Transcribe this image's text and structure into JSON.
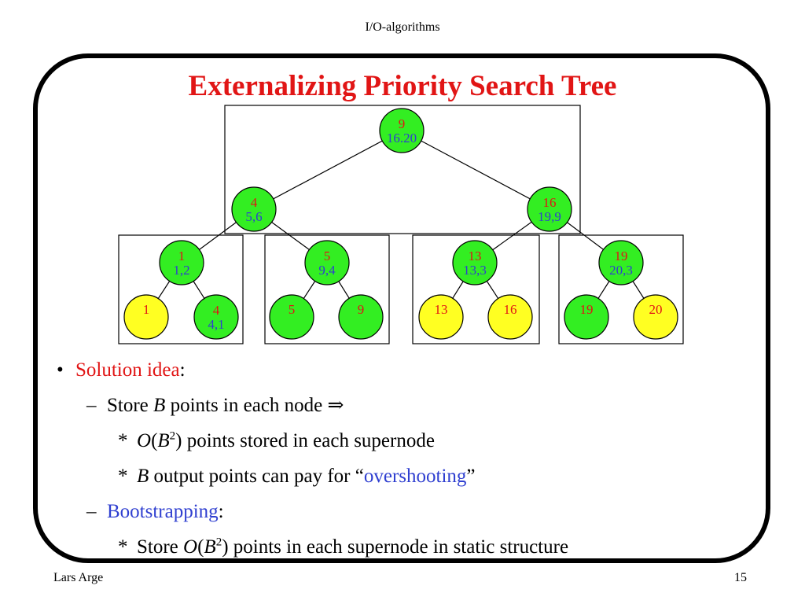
{
  "header": {
    "title": "I/O-algorithms"
  },
  "slide": {
    "title": "Externalizing Priority Search Tree",
    "bullets": {
      "solution_label": "Solution idea",
      "solution_colon": ":",
      "store_prefix": "Store ",
      "store_var": "B",
      "store_suffix": " points in each node ",
      "implies_symbol": "⇒",
      "ob2_O": "O",
      "ob2_open": "(",
      "ob2_B": "B",
      "ob2_exp": "2",
      "ob2_close": ")",
      "ob2_suffix": " points stored in each supernode",
      "b_var": "B",
      "b_text": " output points can pay for “",
      "overshooting": "overshooting",
      "b_close": "”",
      "bootstrap_label": "Bootstrapping",
      "bootstrap_colon": ":",
      "static_prefix": "Store ",
      "static_O": "O",
      "static_open": "(",
      "static_B": "B",
      "static_exp": "2",
      "static_close": ")",
      "static_suffix": " points in each supernode in static structure",
      "dash": "–",
      "dot": "•",
      "star": "*"
    }
  },
  "tree": {
    "colors": {
      "green": "#33ee22",
      "yellow": "#ffff22",
      "key": "#e11515",
      "point": "#2f3fd0"
    },
    "nodes": [
      {
        "id": "root",
        "key": "9",
        "point": "16.20",
        "color": "green"
      },
      {
        "id": "l",
        "key": "4",
        "point": "5,6",
        "color": "green"
      },
      {
        "id": "r",
        "key": "16",
        "point": "19,9",
        "color": "green"
      },
      {
        "id": "ll",
        "key": "1",
        "point": "1,2",
        "color": "green"
      },
      {
        "id": "lr",
        "key": "5",
        "point": "9,4",
        "color": "green"
      },
      {
        "id": "rl",
        "key": "13",
        "point": "13,3",
        "color": "green"
      },
      {
        "id": "rr",
        "key": "19",
        "point": "20,3",
        "color": "green"
      },
      {
        "id": "lll",
        "key": "1",
        "point": "",
        "color": "yellow"
      },
      {
        "id": "llr",
        "key": "4",
        "point": "4,1",
        "color": "green"
      },
      {
        "id": "lrl",
        "key": "5",
        "point": "",
        "color": "green"
      },
      {
        "id": "lrr",
        "key": "9",
        "point": "",
        "color": "green"
      },
      {
        "id": "rll",
        "key": "13",
        "point": "",
        "color": "yellow"
      },
      {
        "id": "rlr",
        "key": "16",
        "point": "",
        "color": "yellow"
      },
      {
        "id": "rrl",
        "key": "19",
        "point": "",
        "color": "green"
      },
      {
        "id": "rrr",
        "key": "20",
        "point": "",
        "color": "yellow"
      }
    ],
    "edges": [
      [
        "root",
        "l"
      ],
      [
        "root",
        "r"
      ],
      [
        "l",
        "ll"
      ],
      [
        "l",
        "lr"
      ],
      [
        "r",
        "rl"
      ],
      [
        "r",
        "rr"
      ],
      [
        "ll",
        "lll"
      ],
      [
        "ll",
        "llr"
      ],
      [
        "lr",
        "lrl"
      ],
      [
        "lr",
        "lrr"
      ],
      [
        "rl",
        "rll"
      ],
      [
        "rl",
        "rlr"
      ],
      [
        "rr",
        "rrl"
      ],
      [
        "rr",
        "rrr"
      ]
    ]
  },
  "footer": {
    "author": "Lars Arge",
    "page": "15"
  }
}
